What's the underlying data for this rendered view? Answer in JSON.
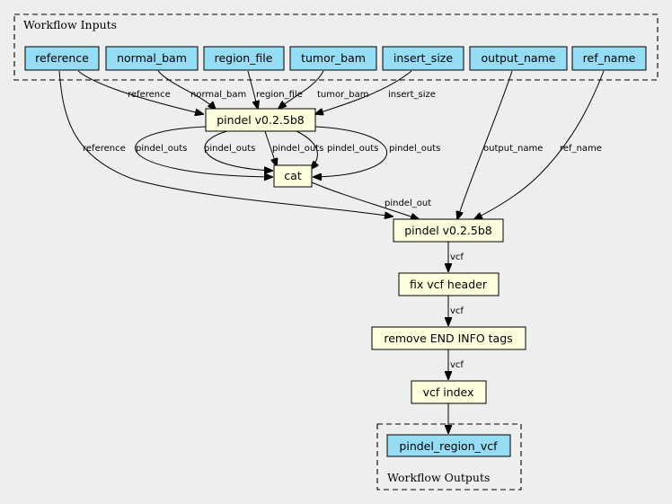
{
  "clusters": {
    "inputs_title": "Workflow Inputs",
    "outputs_title": "Workflow Outputs"
  },
  "inputs": [
    "reference",
    "normal_bam",
    "region_file",
    "tumor_bam",
    "insert_size",
    "output_name",
    "ref_name"
  ],
  "steps": {
    "pindel_run": "pindel v0.2.5b8",
    "cat": "cat",
    "pindel_vcf": "pindel v0.2.5b8",
    "fix_header": "fix vcf header",
    "remove_end": "remove END INFO tags",
    "vcf_index": "vcf index"
  },
  "outputs": {
    "pindel_region_vcf": "pindel_region_vcf"
  },
  "edge_labels": {
    "reference_1": "reference",
    "normal_bam": "normal_bam",
    "region_file": "region_file",
    "tumor_bam": "tumor_bam",
    "insert_size": "insert_size",
    "reference_2": "reference",
    "pindel_outs_1": "pindel_outs",
    "pindel_outs_2": "pindel_outs",
    "pindel_outs_3": "pindel_outs",
    "pindel_outs_4": "pindel_outs",
    "pindel_outs_5": "pindel_outs",
    "output_name": "output_name",
    "ref_name": "ref_name",
    "pindel_out": "pindel_out",
    "vcf_1": "vcf",
    "vcf_2": "vcf",
    "vcf_3": "vcf"
  },
  "colors": {
    "input_fill": "#94ddf4",
    "step_fill": "#ffffdd",
    "background": "#eeeeee"
  }
}
